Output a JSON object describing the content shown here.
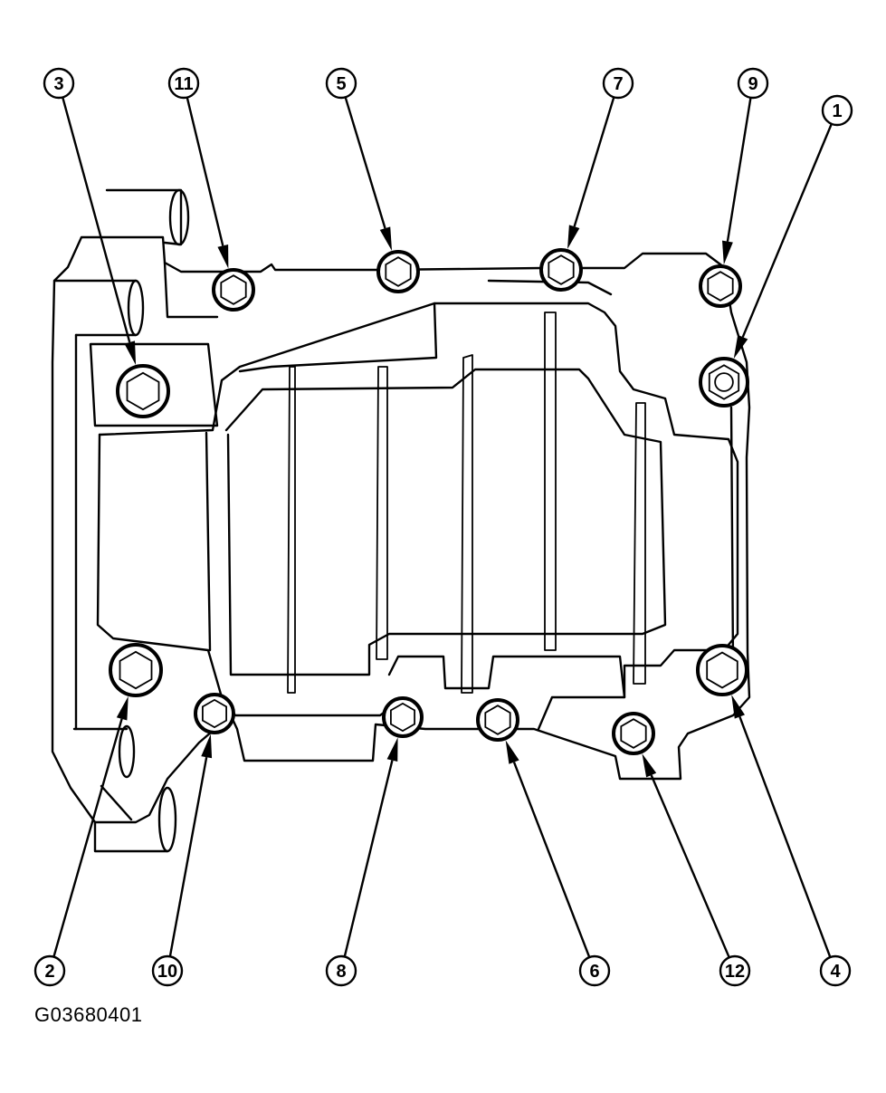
{
  "figure_id": "G03680401",
  "bolts": [
    {
      "label": "1"
    },
    {
      "label": "2"
    },
    {
      "label": "3"
    },
    {
      "label": "4"
    },
    {
      "label": "5"
    },
    {
      "label": "6"
    },
    {
      "label": "7"
    },
    {
      "label": "8"
    },
    {
      "label": "9"
    },
    {
      "label": "10"
    },
    {
      "label": "11"
    },
    {
      "label": "12"
    }
  ]
}
